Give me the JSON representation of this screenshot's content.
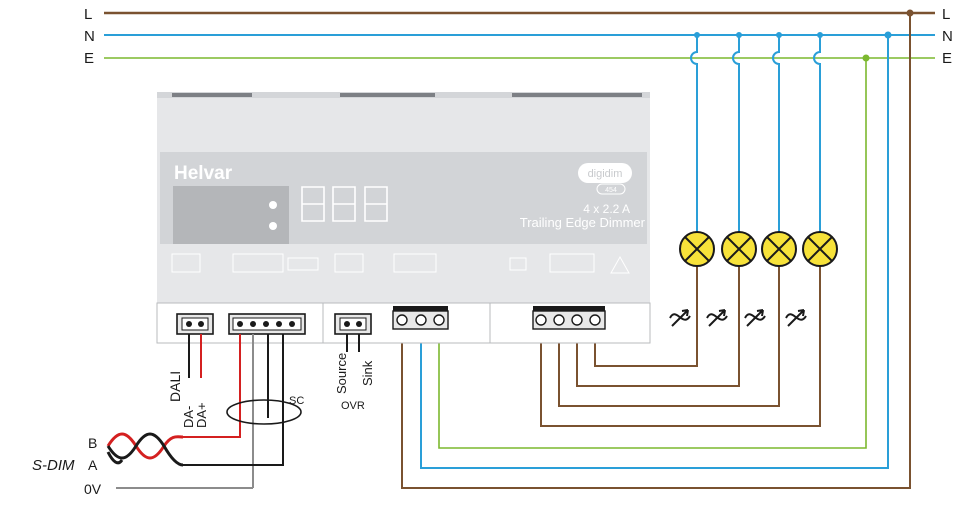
{
  "rails": {
    "line": "L",
    "neutral": "N",
    "earth": "E"
  },
  "device": {
    "brand": "Helvar",
    "badge_text": "digidim",
    "badge_model": "454",
    "rating": "4 x 2.2 A",
    "description": "Trailing Edge Dimmer"
  },
  "terminals": {
    "dali": "DALI",
    "da_minus": "DA-",
    "da_plus": "DA+",
    "sc": "SC",
    "source": "Source",
    "sink": "Sink",
    "ovr": "OVR"
  },
  "sdim": {
    "label": "S-DIM",
    "wire_b": "B",
    "wire_a": "A",
    "zero_v": "0V"
  },
  "colors": {
    "live": "#7a5230",
    "neutral": "#2a9fd8",
    "earth": "#7cb82f",
    "red_wire": "#d42020",
    "dark_wire": "#1a1a1a",
    "grey_wire": "#8c8c8c",
    "lamp": "#f7e23a",
    "device_body": "#e6e7e9",
    "device_panel": "#cfd1d4",
    "display": "#bdbfc2"
  }
}
